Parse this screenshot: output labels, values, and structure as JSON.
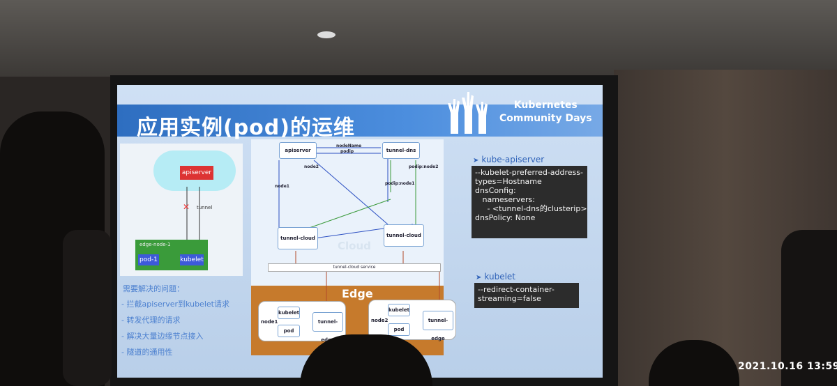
{
  "slide": {
    "title": "应用实例(pod)的运维",
    "logo": {
      "line1": "Kubernetes",
      "line2": "Community Days"
    },
    "left_diagram": {
      "apiserver": "apiserver",
      "tunnel": "tunnel",
      "edge_node": "edge-node-1",
      "pod": "pod-1",
      "kubelet": "kubelet"
    },
    "problems": {
      "heading": "需要解决的问题：",
      "items": [
        "- 拦截apiserver到kubelet请求",
        "- 转发代理的请求",
        "- 解决大量边缘节点接入",
        "- 隧道的通用性"
      ]
    },
    "mid_diagram": {
      "apiserver": "apiserver",
      "tunnel_dns": "tunnel-dns",
      "nodename": "nodeName",
      "podip": "podip",
      "node1_label": "node1",
      "node2_label": "node2",
      "podip_node1": "podip:node1",
      "podip_node2": "podip:node2",
      "tunnel_cloud_left": "tunnel-cloud",
      "tunnel_cloud_right": "tunnel-cloud",
      "cloud_watermark": "Cloud",
      "service": "tunnel-cloud service",
      "edge": "Edge",
      "node1": {
        "name": "node1",
        "kubelet": "kubelet",
        "pod": "pod",
        "tunnel_edge": "tunnel-edge"
      },
      "node2": {
        "name": "node2",
        "kubelet": "kubelet",
        "pod": "pod",
        "tunnel_edge": "tunnel-edge"
      }
    },
    "kube_apiserver": {
      "heading": "kube-apiserver",
      "lines": [
        "--kubelet-preferred-address-",
        "types=Hostname",
        "",
        "dnsConfig:",
        "   nameservers:",
        "     - <tunnel-dns的clusterip>",
        "dnsPolicy: None"
      ]
    },
    "kubelet": {
      "heading": "kubelet",
      "lines": [
        "--redirect-container-",
        "streaming=false"
      ]
    }
  },
  "timestamp": "2021.10.16  13:59"
}
